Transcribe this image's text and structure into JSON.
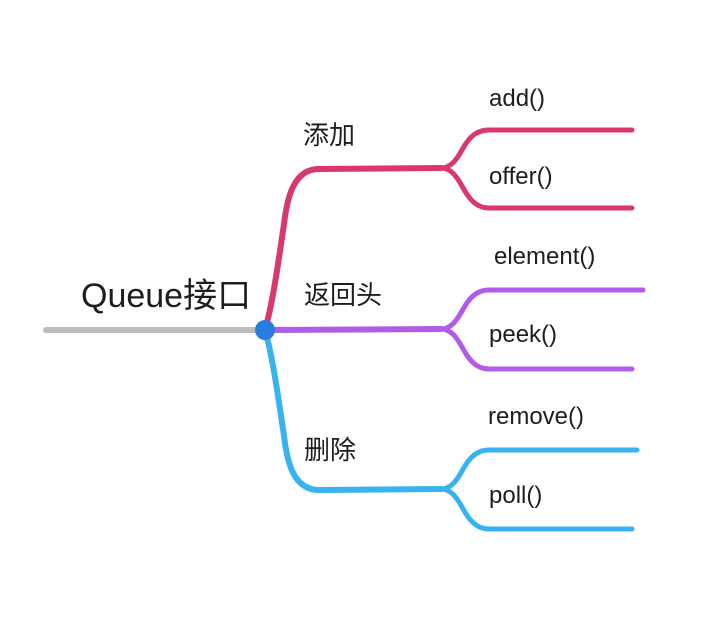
{
  "diagram": {
    "type": "mindmap",
    "background": "#ffffff",
    "text_color": "#1e1e1e",
    "root_connector_color": "#bdbdbd",
    "junction_dot_color": "#2b7ce0",
    "root": {
      "label": "Queue接口"
    },
    "branches": [
      {
        "label": "添加",
        "color": "#d8386a",
        "children": [
          {
            "label": "add()"
          },
          {
            "label": "offer()"
          }
        ]
      },
      {
        "label": "返回头",
        "color": "#b15ce8",
        "children": [
          {
            "label": "element()"
          },
          {
            "label": "peek()"
          }
        ]
      },
      {
        "label": "删除",
        "color": "#38b3f2",
        "children": [
          {
            "label": "remove()"
          },
          {
            "label": "poll()"
          }
        ]
      }
    ]
  }
}
